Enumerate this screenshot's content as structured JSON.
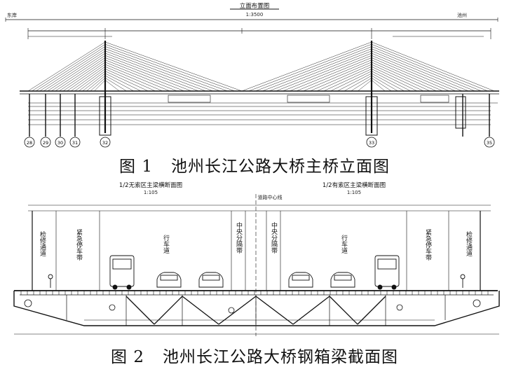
{
  "figure1": {
    "drawing_title": "立面布置图",
    "drawing_scale": "1:3500",
    "left_bank": "东岸",
    "right_bank": "池州",
    "caption_number": "图 1",
    "caption_text": "池州长江公路大桥主桥立面图",
    "pier_labels": [
      "28",
      "29",
      "30",
      "31",
      "32",
      "33",
      "35"
    ]
  },
  "figure2": {
    "left_title": "1/2无索区主梁横断面图",
    "right_title": "1/2有索区主梁横断面图",
    "scale_left": "1:105",
    "scale_right": "1:105",
    "center_label": "道路中心线",
    "left_lane_labels": [
      "检修通道",
      "紧急停车带",
      "行车道",
      "中央分隔带"
    ],
    "right_lane_labels": [
      "中央分隔带",
      "行车道",
      "紧急停车带",
      "检修通道"
    ],
    "caption_number": "图 2",
    "caption_text": "池州长江公路大桥钢箱梁截面图"
  },
  "colors": {
    "ink": "#111111",
    "paper": "#ffffff"
  },
  "icons": [
    "bus-icon",
    "car-icon",
    "person-icon"
  ]
}
